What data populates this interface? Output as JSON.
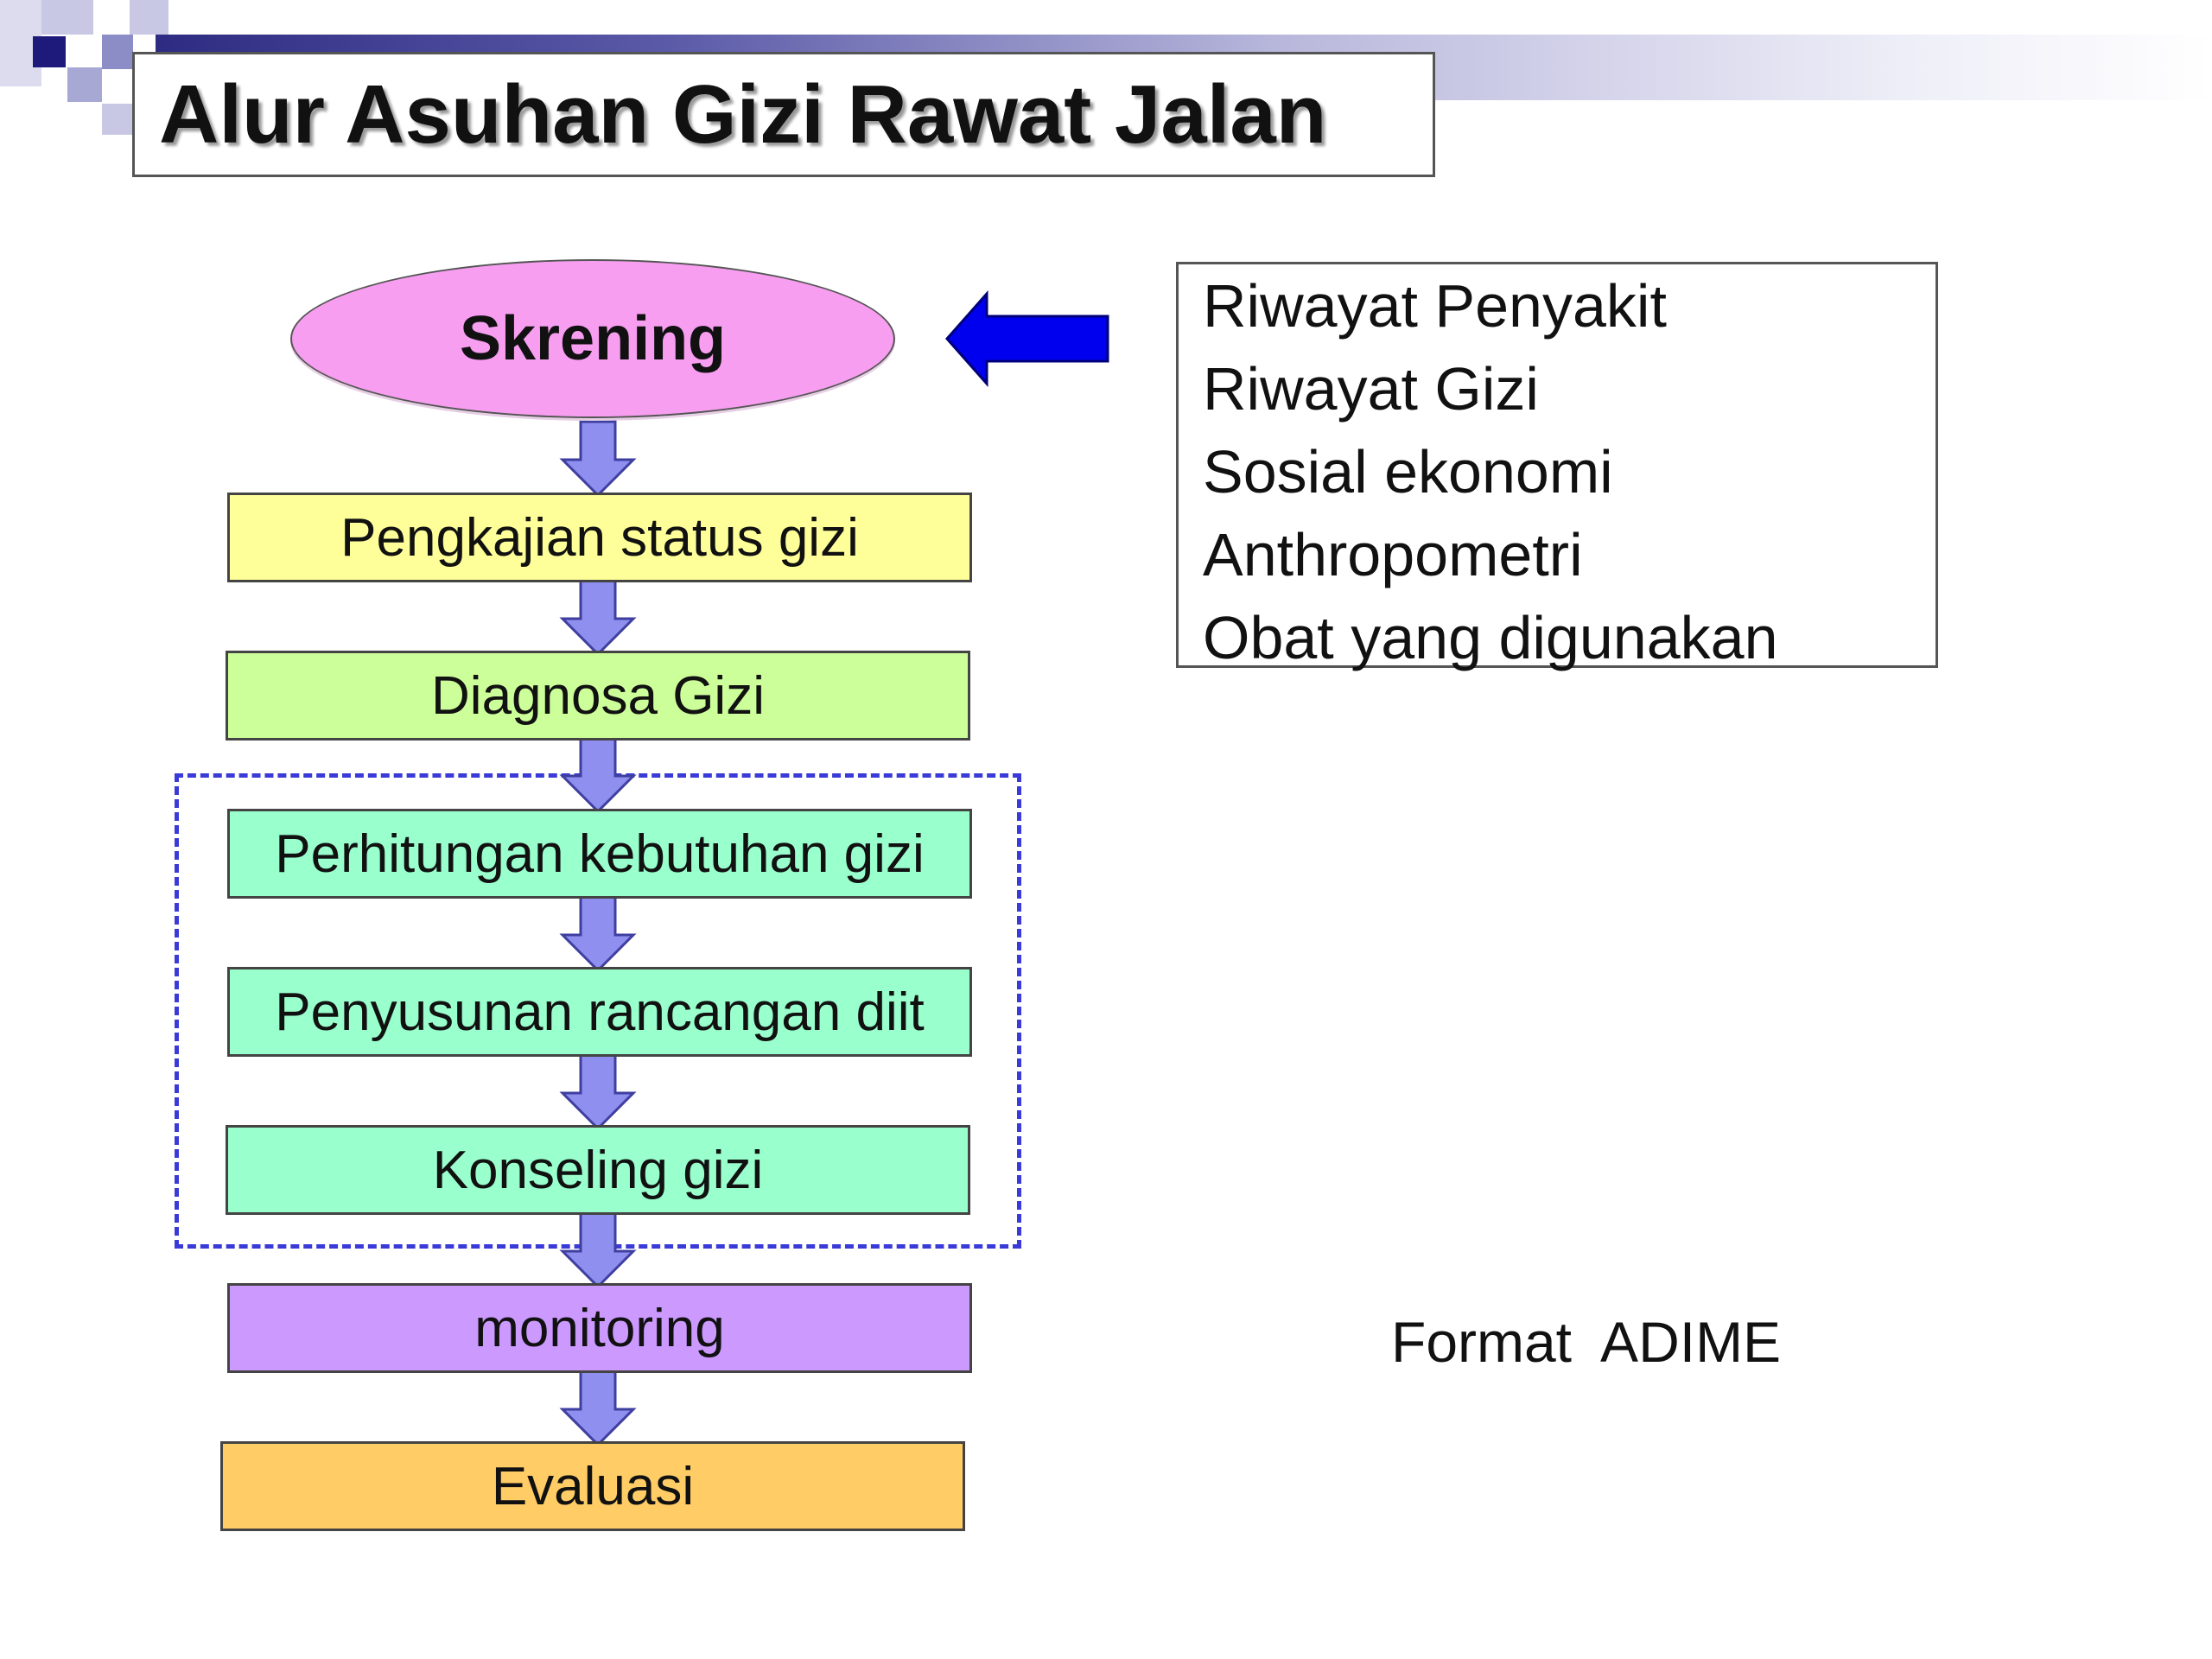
{
  "title": "Alur Asuhan Gizi Rawat Jalan",
  "flow": {
    "start": "Skrening",
    "steps": [
      "Pengkajian status gizi",
      "Diagnosa Gizi",
      "Perhitungan kebutuhan gizi",
      "Penyusunan rancangan diit",
      "Konseling gizi",
      "monitoring",
      "Evaluasi"
    ]
  },
  "info_list": [
    "Riwayat Penyakit",
    "Riwayat Gizi",
    "Sosial ekonomi",
    "Anthropometri",
    "Obat yang digunakan"
  ],
  "footer_note": "Format  ADIME",
  "colors": {
    "start": "#f79ef0",
    "pengkajian": "#ffff99",
    "diagnosa": "#ccff99",
    "intervensi": "#99ffcc",
    "monitoring": "#cc99ff",
    "evaluasi": "#ffcc66",
    "flow_arrow": "#8f8ff0",
    "info_arrow": "#0000ee",
    "dashed_group": "#3a3ad8"
  }
}
